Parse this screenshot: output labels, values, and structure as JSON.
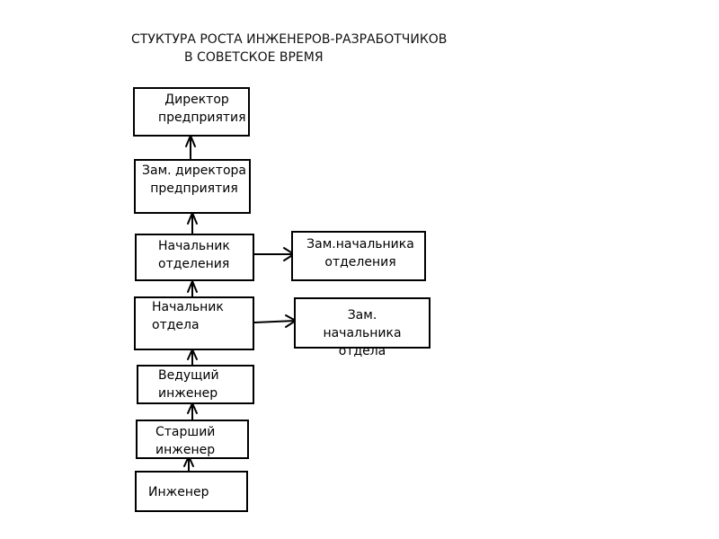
{
  "title": {
    "line1": "СТУКТУРА РОСТА ИНЖЕНЕРОВ-РАЗРАБОТЧИКОВ",
    "line2": "В СОВЕТСКОЕ ВРЕМЯ"
  },
  "nodes": {
    "director": "Директор предприятия",
    "deputy_director": "Зам. директора предприятия",
    "division_head": "Начальник отделения",
    "deputy_division_head": "Зам.начальника отделения",
    "department_head": "Начальник отдела",
    "deputy_department_head": "Зам. начальника отдела",
    "lead_engineer": "Ведущий инженер",
    "senior_engineer": "Старший инженер",
    "engineer": "Инженер"
  },
  "edges": [
    {
      "from": "engineer",
      "to": "senior_engineer"
    },
    {
      "from": "senior_engineer",
      "to": "lead_engineer"
    },
    {
      "from": "lead_engineer",
      "to": "department_head"
    },
    {
      "from": "department_head",
      "to": "division_head"
    },
    {
      "from": "division_head",
      "to": "deputy_director"
    },
    {
      "from": "deputy_director",
      "to": "director"
    },
    {
      "from": "division_head",
      "to": "deputy_division_head"
    },
    {
      "from": "department_head",
      "to": "deputy_department_head"
    }
  ]
}
